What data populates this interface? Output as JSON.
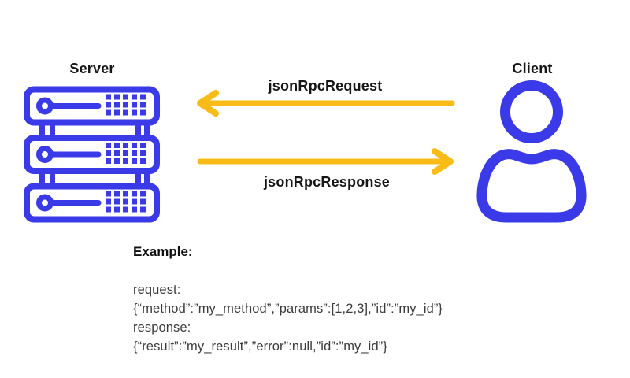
{
  "palette": {
    "icon_blue": "#3B3AE8",
    "arrow_yellow": "#F8BB17",
    "heading_text": "#161616",
    "body_text": "#3c3c3c"
  },
  "server": {
    "label": "Server"
  },
  "client": {
    "label": "Client"
  },
  "arrows": {
    "request_label": "jsonRpcRequest",
    "request_direction": "client-to-server",
    "response_label": "jsonRpcResponse",
    "response_direction": "server-to-client"
  },
  "example": {
    "heading": "Example:",
    "lines": [
      "request:",
      "{“method”:”my_method”,”params”:[1,2,3],”id”:”my_id”}",
      "response:",
      "{“result”:”my_result”,”error”:null,”id”:”my_id”}"
    ]
  }
}
